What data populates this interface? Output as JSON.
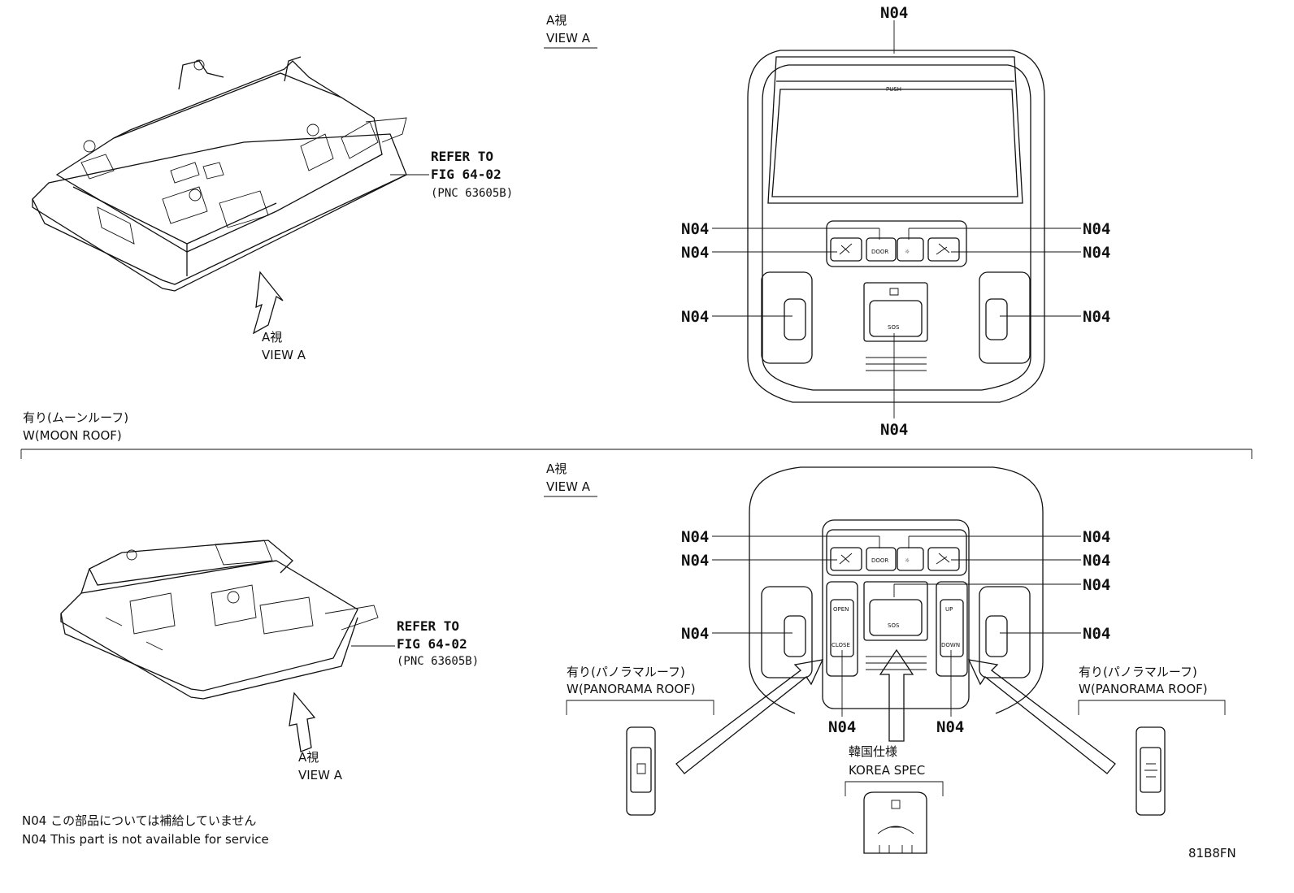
{
  "labels": {
    "part": "N04",
    "view_a_jp": "A視",
    "view_a_en": "VIEW A",
    "refer_1": "REFER TO",
    "refer_2": "FIG 64-02",
    "refer_3": "(PNC 63605B)",
    "moon_roof_jp": "有り(ムーンルーフ)",
    "moon_roof_en": "W(MOON ROOF)",
    "panorama_jp": "有り(パノラマルーフ)",
    "panorama_en": "W(PANORAMA ROOF)",
    "korea_jp": "韓国仕様",
    "korea_en": "KOREA SPEC",
    "push": "PUSH",
    "door": "DOOR",
    "sos": "SOS",
    "open": "OPEN",
    "close": "CLOSE",
    "up": "UP",
    "down": "DOWN",
    "footnote_jp": "N04 この部品については補給していません",
    "footnote_en": "N04 This part is not available for service",
    "figure_code": "81B8FN"
  }
}
